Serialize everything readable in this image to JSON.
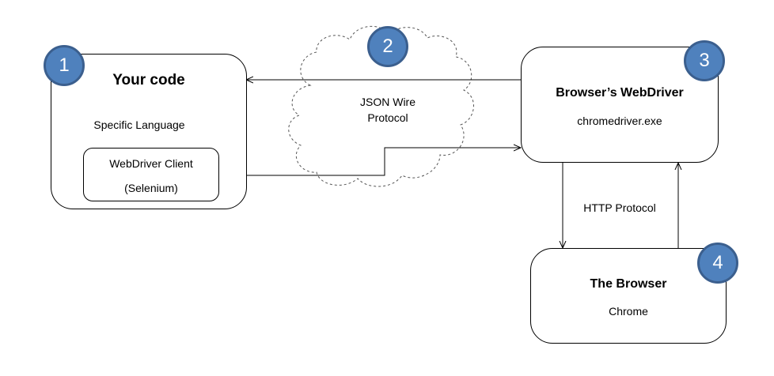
{
  "nodes": {
    "your_code": {
      "title": "Your code",
      "badge": "1"
    },
    "webdriver_client": {
      "line1": "WebDriver Client",
      "line2": "(Selenium)"
    },
    "specific_language": "Specific Language",
    "json_wire": {
      "line1": "JSON Wire",
      "line2": "Protocol",
      "badge": "2"
    },
    "browser_webdriver": {
      "title": "Browser’s WebDriver",
      "subtitle": "chromedriver.exe",
      "badge": "3"
    },
    "http_protocol": "HTTP Protocol",
    "the_browser": {
      "title": "The Browser",
      "subtitle": "Chrome",
      "badge": "4"
    }
  },
  "colors": {
    "badge_fill": "#4f81bd",
    "badge_stroke": "#3b5f8e",
    "line": "#000000",
    "cloud_stroke": "#555555"
  }
}
